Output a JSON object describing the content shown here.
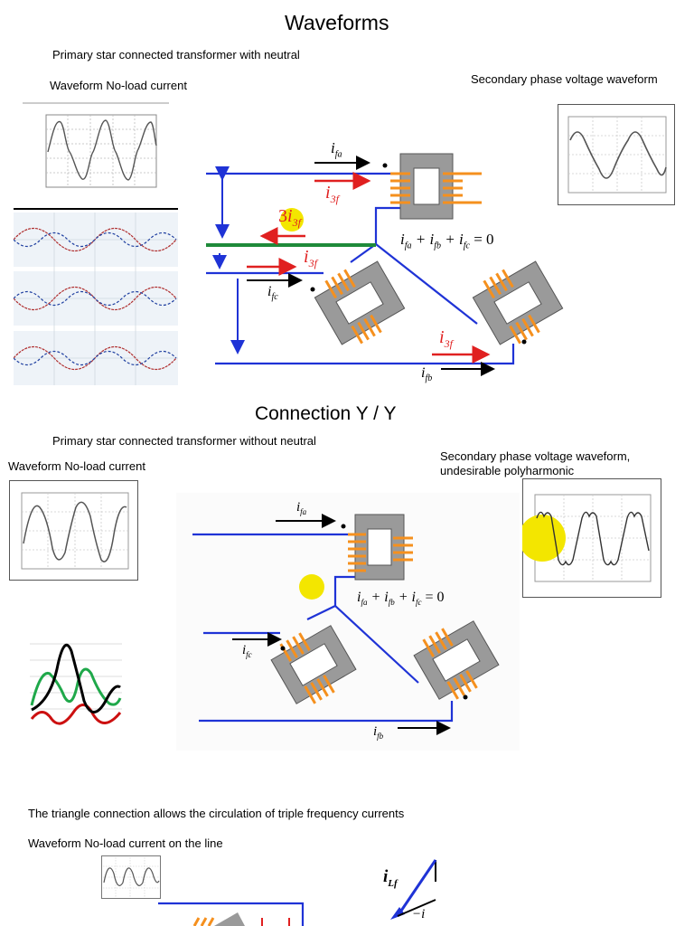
{
  "sections": {
    "waveforms": {
      "title": "Waveforms",
      "subtitle": "Primary star connected transformer with neutral",
      "left_caption": "Waveform No-load current",
      "right_caption": "Secondary phase voltage waveform",
      "diagram": {
        "label_ifa": "i",
        "label_ifa_sub": "fa",
        "label_ifb_sub": "fb",
        "label_ifc_sub": "fc",
        "label_i3f": "i",
        "label_i3f_sub": "3f",
        "label_3i3f_coef": "3",
        "kcl_equation": "= 0"
      }
    },
    "yy": {
      "title": "Connection Y / Y",
      "subtitle": "Primary star connected transformer without neutral",
      "left_caption": "Waveform No-load current",
      "right_caption_line1": "Secondary phase voltage waveform,",
      "right_caption_line2": "undesirable polyharmonic",
      "diagram": {
        "kcl_equation": "= 0"
      }
    },
    "delta": {
      "line1": "The triangle connection allows the circulation of triple frequency currents",
      "line2": "Waveform No-load current on the line",
      "label_iLf": "i",
      "label_iLf_sub": "Lf",
      "label_minus_i": "−i"
    }
  },
  "colors": {
    "wire": "#1f33d6",
    "neutral": "#1f8a3a",
    "coil": "#f5901e",
    "core": "#9a9a9a",
    "arrow_red": "#e02020",
    "highlight": "#f3e600"
  }
}
